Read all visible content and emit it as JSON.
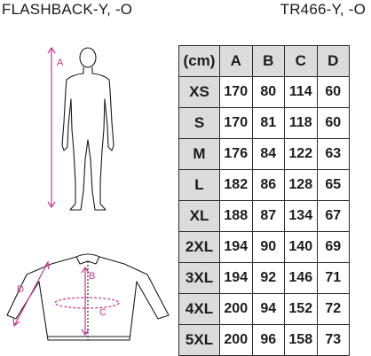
{
  "header": {
    "left": "FLASHBACK-Y, -O",
    "right": "TR466-Y, -O"
  },
  "figures": {
    "body": {
      "measure_label": "A"
    },
    "jacket": {
      "sleeve_label": "D",
      "length_label": "B",
      "chest_label": "C"
    }
  },
  "accent_color": "#c2388e",
  "table": {
    "columns": [
      "(cm)",
      "A",
      "B",
      "C",
      "D"
    ],
    "rows": [
      {
        "size": "XS",
        "A": "170",
        "B": "80",
        "C": "114",
        "D": "60"
      },
      {
        "size": "S",
        "A": "170",
        "B": "81",
        "C": "118",
        "D": "60"
      },
      {
        "size": "M",
        "A": "176",
        "B": "84",
        "C": "122",
        "D": "63"
      },
      {
        "size": "L",
        "A": "182",
        "B": "86",
        "C": "128",
        "D": "65"
      },
      {
        "size": "XL",
        "A": "188",
        "B": "87",
        "C": "134",
        "D": "67"
      },
      {
        "size": "2XL",
        "A": "194",
        "B": "90",
        "C": "140",
        "D": "69"
      },
      {
        "size": "3XL",
        "A": "194",
        "B": "92",
        "C": "146",
        "D": "71"
      },
      {
        "size": "4XL",
        "A": "200",
        "B": "94",
        "C": "152",
        "D": "72"
      },
      {
        "size": "5XL",
        "A": "200",
        "B": "96",
        "C": "158",
        "D": "73"
      }
    ]
  }
}
